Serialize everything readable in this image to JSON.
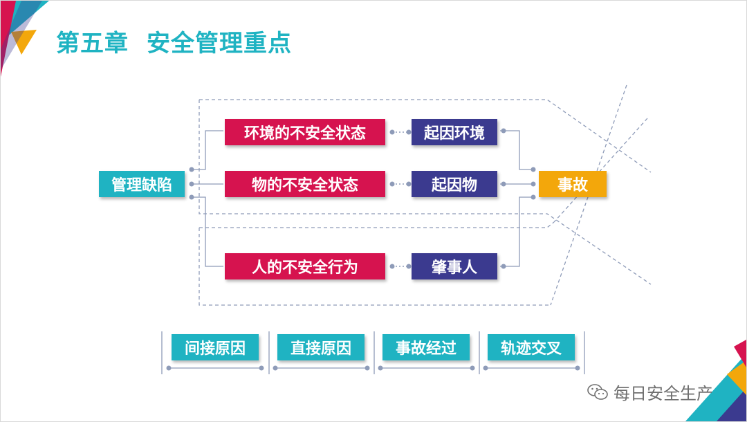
{
  "title": {
    "chapter": "第五章",
    "topic": "安全管理重点"
  },
  "diagram": {
    "source": "管理缺陷",
    "rows": [
      {
        "cause": "环境的不安全状态",
        "origin": "起因环境"
      },
      {
        "cause": "物的不安全状态",
        "origin": "起因物"
      },
      {
        "cause": "人的不安全行为",
        "origin": "肇事人"
      }
    ],
    "result": "事故"
  },
  "stages": [
    "间接原因",
    "直接原因",
    "事故经过",
    "轨迹交叉"
  ],
  "watermark": "每日安全生产",
  "colors": {
    "teal": "#1fb3c2",
    "red": "#d6134f",
    "purple": "#3b3a8f",
    "orange": "#f3a70b",
    "connector": "#8e9bb8"
  }
}
